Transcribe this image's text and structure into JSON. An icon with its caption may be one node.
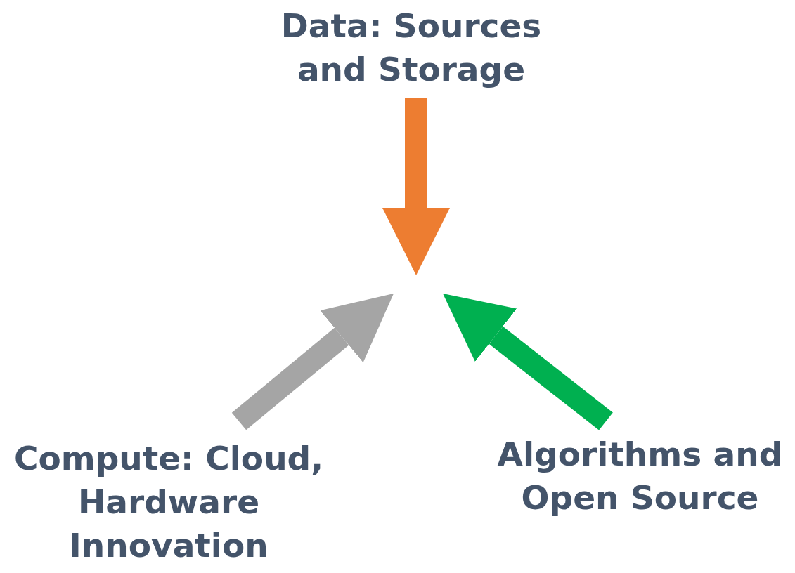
{
  "diagram": {
    "nodes": [
      {
        "text": [
          "Data: Sources and Storage"
        ]
      },
      {
        "text": [
          "Compute: Cloud, Hardware Innovation"
        ]
      },
      {
        "text": [
          "Algorithms and Open Source"
        ]
      }
    ],
    "edges": [
      {
        "from": 0,
        "to": null,
        "arrow": "to",
        "color": "#ed7d31"
      },
      {
        "from": 1,
        "to": null,
        "arrow": "to",
        "color": "#a5a5a5"
      },
      {
        "from": 2,
        "to": null,
        "arrow": "to",
        "color": "#00b050"
      }
    ]
  }
}
